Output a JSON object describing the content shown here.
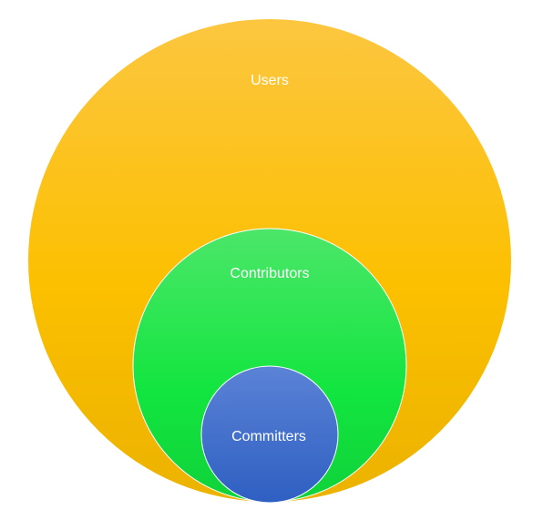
{
  "diagram": {
    "title": "",
    "circles": [
      {
        "id": "users",
        "label": "Users",
        "color": "#f9c000"
      },
      {
        "id": "contributors",
        "label": "Contributors",
        "color": "#14e63c"
      },
      {
        "id": "committers",
        "label": "Committers",
        "color": "#3a6fcf"
      }
    ]
  }
}
